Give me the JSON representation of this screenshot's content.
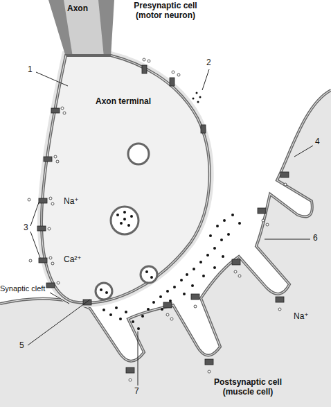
{
  "diagram": {
    "labels": [
      "Axon",
      "Presynaptic cell (motor neuron)",
      "1",
      "Axon terminal",
      "2",
      "Na⁺",
      "3",
      "Ca²⁺",
      "Synaptic cleft",
      "4",
      "5",
      "6",
      "7",
      "Na⁺",
      "Postsynaptic cell (muscle cell)"
    ]
  }
}
